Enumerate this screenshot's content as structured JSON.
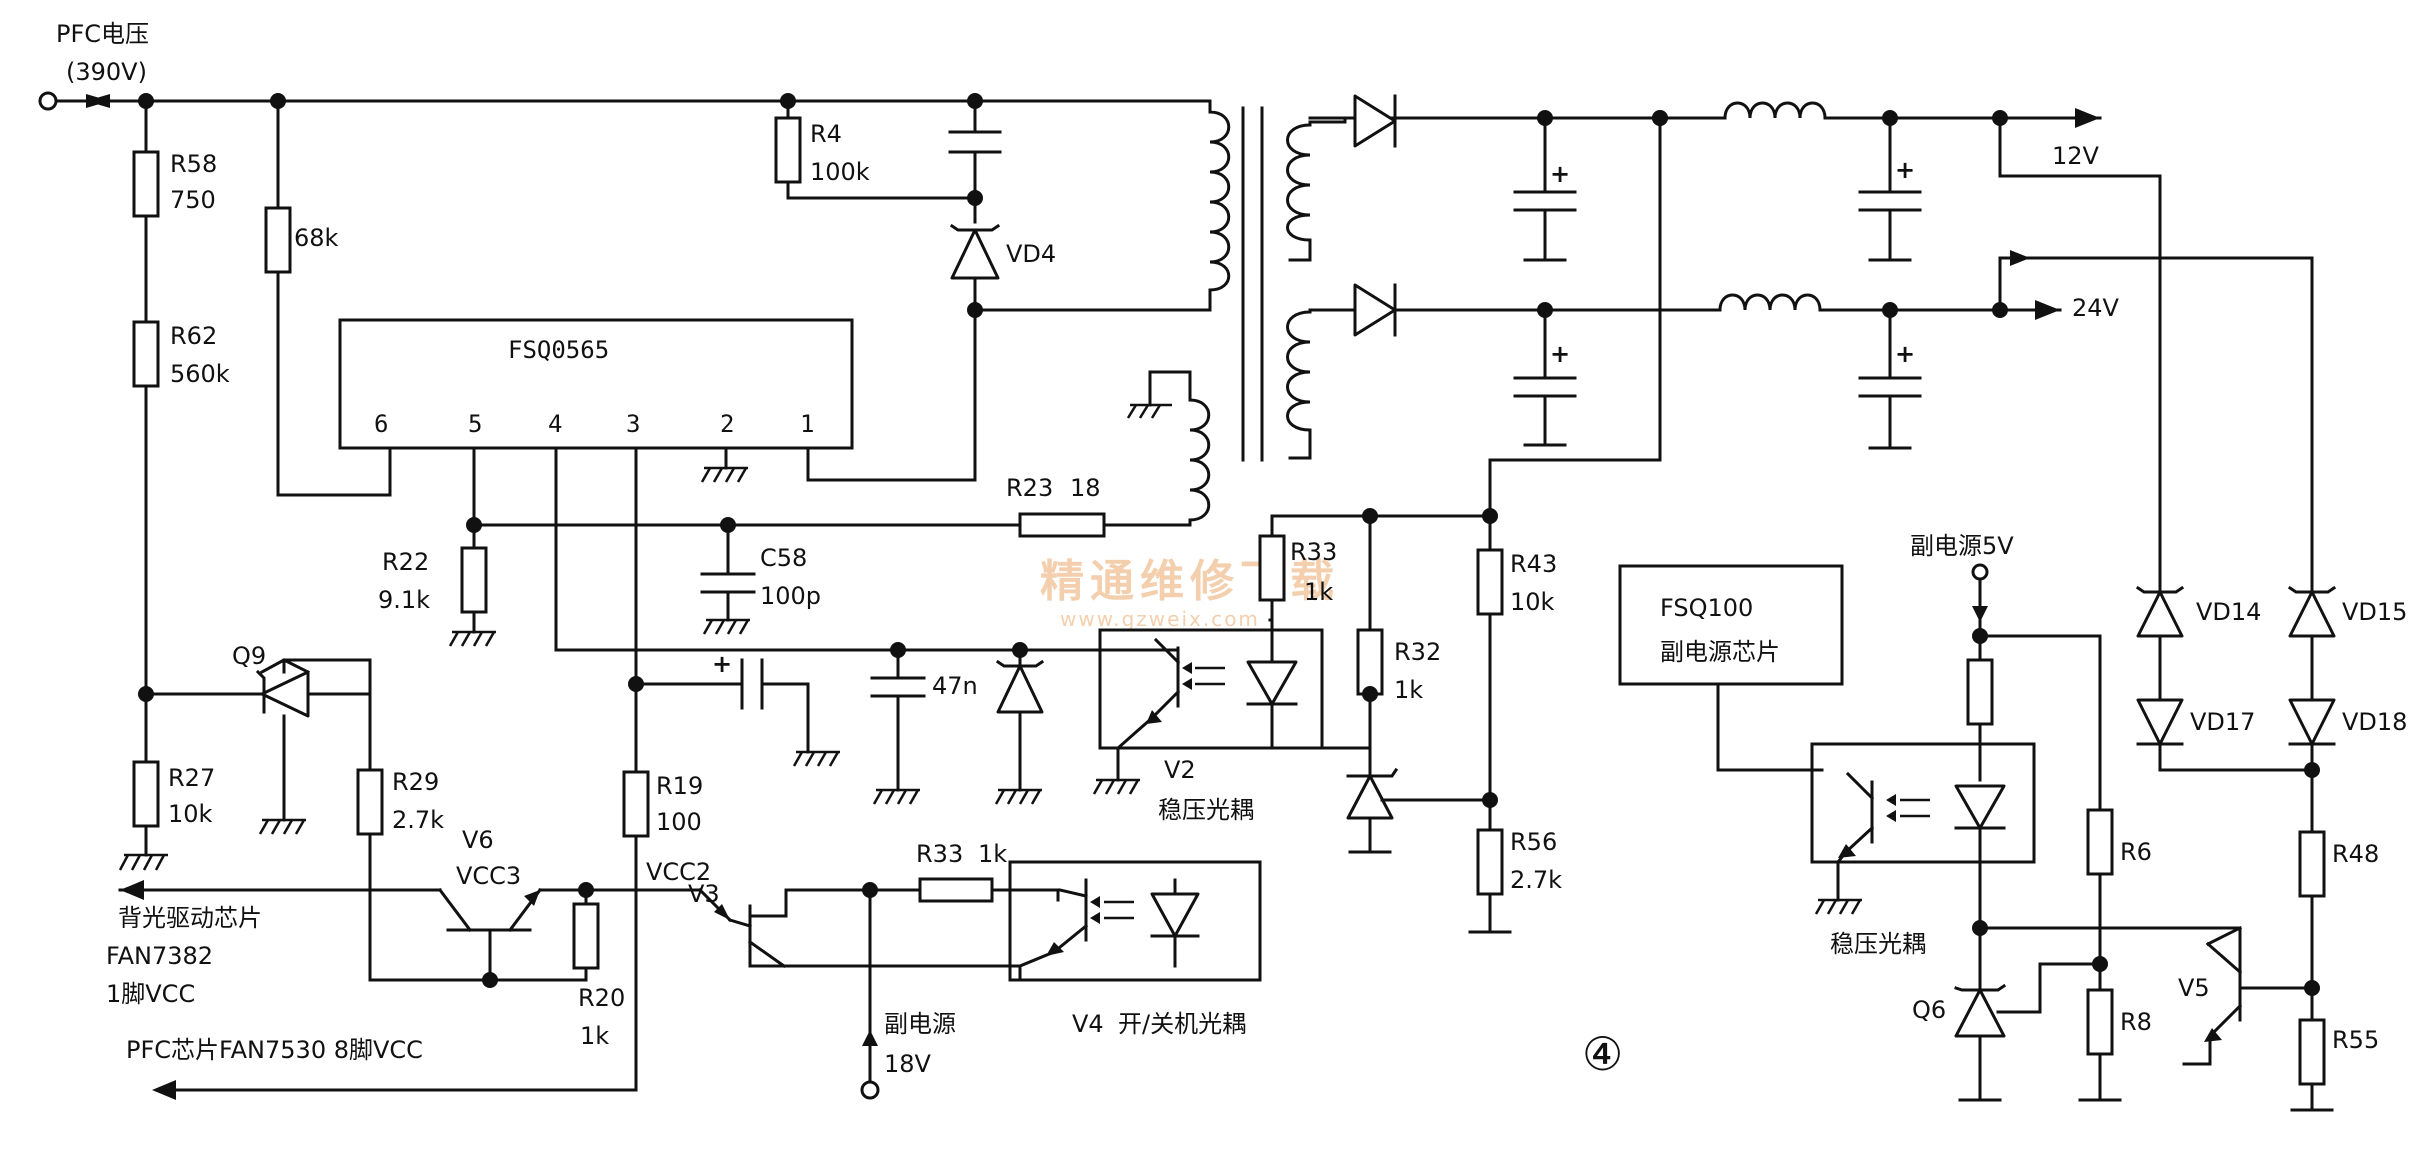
{
  "input": {
    "label": "PFC电压",
    "voltage": "(390V)"
  },
  "chip_main": {
    "name": "FSQ0565",
    "pins": [
      "6",
      "5",
      "4",
      "3",
      "2",
      "1"
    ]
  },
  "components": {
    "R58": {
      "ref": "R58",
      "value": "750"
    },
    "R62": {
      "ref": "R62",
      "value": "560k"
    },
    "R68": {
      "value": "68k"
    },
    "R4": {
      "ref": "R4",
      "value": "100k"
    },
    "VD4": {
      "ref": "VD4"
    },
    "R23": {
      "ref": "R23",
      "value": "18"
    },
    "R22": {
      "ref": "R22",
      "value": "9.1k"
    },
    "C58": {
      "ref": "C58",
      "value": "100p"
    },
    "R33a": {
      "ref": "R33",
      "value": "1k"
    },
    "R32": {
      "ref": "R32",
      "value": "1k"
    },
    "R43": {
      "ref": "R43",
      "value": "10k"
    },
    "R56": {
      "ref": "R56",
      "value": "2.7k"
    },
    "C47": {
      "value": "47n"
    },
    "Q9": {
      "ref": "Q9"
    },
    "R27": {
      "ref": "R27",
      "value": "10k"
    },
    "R29": {
      "ref": "R29",
      "value": "2.7k"
    },
    "V6": {
      "ref": "V6",
      "pin": "VCC3"
    },
    "R19": {
      "ref": "R19",
      "value": "100"
    },
    "R20": {
      "ref": "R20",
      "value": "1k"
    },
    "V3": {
      "ref": "V3",
      "pin": "VCC2"
    },
    "R33b": {
      "ref": "R33",
      "value": "1k"
    },
    "V2": {
      "ref": "V2",
      "desc": "稳压光耦"
    },
    "V4": {
      "ref": "V4",
      "desc": "开/关机光耦"
    },
    "VD14": {
      "ref": "VD14"
    },
    "VD15": {
      "ref": "VD15"
    },
    "VD17": {
      "ref": "VD17"
    },
    "VD18": {
      "ref": "VD18"
    },
    "R48": {
      "ref": "R48"
    },
    "R55": {
      "ref": "R55"
    },
    "V5": {
      "ref": "V5"
    },
    "R6": {
      "ref": "R6"
    },
    "R8": {
      "ref": "R8"
    },
    "Q6": {
      "ref": "Q6"
    }
  },
  "outputs": {
    "v12": "12V",
    "v24": "24V"
  },
  "labels": {
    "backlight": "背光驱动芯片",
    "fan7382": "FAN7382",
    "fan7382_pin": "1脚VCC",
    "pfc_chip": "PFC芯片FAN7530  8脚VCC",
    "aux_power": "副电源",
    "aux_18v": "18V",
    "aux_5v": "副电源5V",
    "fsq100": "FSQ100",
    "fsq100_desc": "副电源芯片",
    "opto_right": "稳压光耦",
    "figure_no": "④"
  },
  "watermark": {
    "cn": "精通维修下载",
    "url": "www.gzweix.com"
  }
}
